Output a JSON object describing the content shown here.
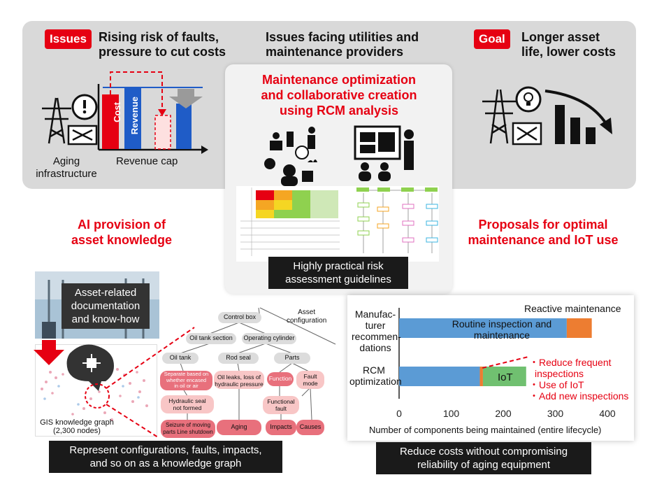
{
  "issues_badge": "Issues",
  "issues_title": [
    "Rising risk of faults,",
    "pressure to cut costs"
  ],
  "center_header": [
    "Issues facing utilities and",
    "maintenance providers"
  ],
  "goal_badge": "Goal",
  "goal_title": [
    "Longer asset",
    "life, lower costs"
  ],
  "rcm_title": [
    "Maintenance optimization",
    "and collaborative creation",
    "using RCM analysis"
  ],
  "aging_label": [
    "Aging",
    "infrastructure"
  ],
  "revenue_cap": "Revenue cap",
  "bar_cost": "Cost",
  "bar_revenue": "Revenue",
  "ai_title": [
    "AI provision of",
    "asset knowledge"
  ],
  "proposals_title": [
    "Proposals for optimal",
    "maintenance and IoT use"
  ],
  "risk_caption": [
    "Highly practical risk",
    "assessment guidelines"
  ],
  "asset_doc": [
    "Asset-related",
    "documentation",
    "and know-how"
  ],
  "gis_label": [
    "GIS knowledge graph",
    "(2,300 nodes)"
  ],
  "kg_caption": [
    "Represent configurations, faults, impacts,",
    "and so on as a knowledge graph"
  ],
  "chart_caption": [
    "Reduce costs without compromising",
    "reliability of aging equipment"
  ],
  "knowledge_graph": {
    "asset_configuration": [
      "Asset",
      "configuration"
    ],
    "nodes": {
      "control_box": "Control box",
      "oil_tank_section": "Oil tank section",
      "operating_cylinder": "Operating cylinder",
      "oil_tank": "Oil tank",
      "rod_seal": "Rod seal",
      "parts": "Parts",
      "separate": [
        "Separate based on",
        "whether encased",
        "in oil or air"
      ],
      "oil_leaks": [
        "Oil leaks, loss of",
        "hydraulic pressure"
      ],
      "function": "Function",
      "fault_mode": [
        "Fault",
        "mode"
      ],
      "hydraulic_seal": [
        "Hydraulic seal",
        "not formed"
      ],
      "functional_fault": [
        "Functional",
        "fault"
      ],
      "seizure": [
        "Seizure of moving",
        "parts Line shutdown"
      ],
      "aging": "Aging",
      "impacts": "Impacts",
      "causes": "Causes"
    }
  },
  "chart_data": {
    "type": "bar",
    "orientation": "horizontal",
    "stacked": true,
    "categories": [
      [
        "Manufac-",
        "turer",
        "recommen-",
        "dations"
      ],
      [
        "RCM",
        "optimization"
      ]
    ],
    "series": [
      {
        "name": "Routine inspection and maintenance",
        "color": "#5b9bd5",
        "values": [
          322,
          155
        ]
      },
      {
        "name": "Reactive maintenance",
        "color": "#ed7d31",
        "values": [
          48,
          6
        ]
      },
      {
        "name": "IoT",
        "color": "#70c070",
        "values": [
          0,
          83
        ]
      }
    ],
    "series_labels": {
      "routine": [
        "Routine inspection and",
        "maintenance"
      ],
      "reactive": "Reactive maintenance",
      "iot": "IoT"
    },
    "xlabel": "Number of components being maintained (entire lifecycle)",
    "xlim": [
      0,
      400
    ],
    "xticks": [
      "0",
      "100",
      "200",
      "300",
      "400"
    ],
    "xtick_values": [
      0,
      100,
      200,
      300,
      400
    ],
    "annotations": [
      "・Reduce frequent",
      "inspections",
      "・Use of IoT",
      "・Add new inspections"
    ]
  },
  "colors": {
    "accent_red": "#e60012",
    "bar_blue": "#5b9bd5",
    "bar_orange": "#ed7d31",
    "bar_green": "#70c070",
    "node_pink": "#f8c6c6",
    "node_red": "#e8707c",
    "node_grey": "#dcdcdc"
  }
}
